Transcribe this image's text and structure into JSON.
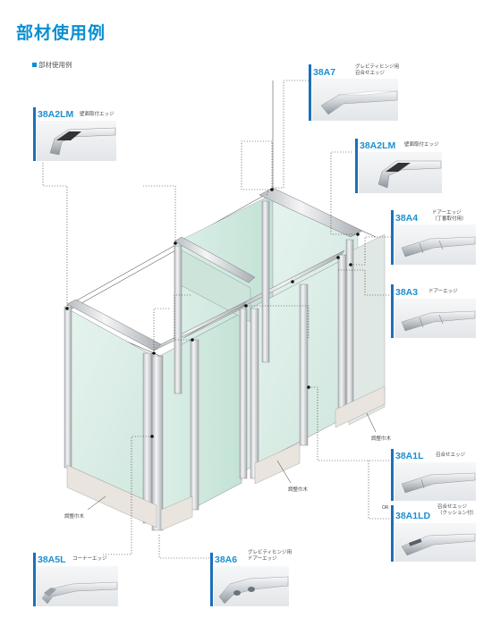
{
  "page": {
    "title": "部材使用例",
    "subtitle": "部材使用例"
  },
  "cards": {
    "a7": {
      "code": "38A7",
      "desc1": "グレビティヒンジ用",
      "desc2": "召合せエッジ"
    },
    "a2lmL": {
      "code": "38A2LM",
      "desc1": "壁面取付エッジ",
      "desc2": ""
    },
    "a2lmR": {
      "code": "38A2LM",
      "desc1": "壁面取付エッジ",
      "desc2": ""
    },
    "a4": {
      "code": "38A4",
      "desc1": "ドアーエッジ",
      "desc2": "（丁番取付用）"
    },
    "a3": {
      "code": "38A3",
      "desc1": "ドアーエッジ",
      "desc2": ""
    },
    "a1l": {
      "code": "38A1L",
      "desc1": "召合せエッジ",
      "desc2": ""
    },
    "a1ld": {
      "code": "38A1LD",
      "desc1": "召合せエッジ",
      "desc2": "（クッション付）",
      "note": "OR"
    },
    "a5l": {
      "code": "38A5L",
      "desc1": "コーナーエッジ",
      "desc2": ""
    },
    "a6": {
      "code": "38A6",
      "desc1": "グレビティヒンジ用",
      "desc2": "ドアーエッジ"
    }
  },
  "labels": {
    "baseboard": "調整巾木"
  },
  "colors": {
    "accent": "#1d8fcf",
    "bar": "#1d6fb8",
    "title": "#0a8fd0"
  }
}
